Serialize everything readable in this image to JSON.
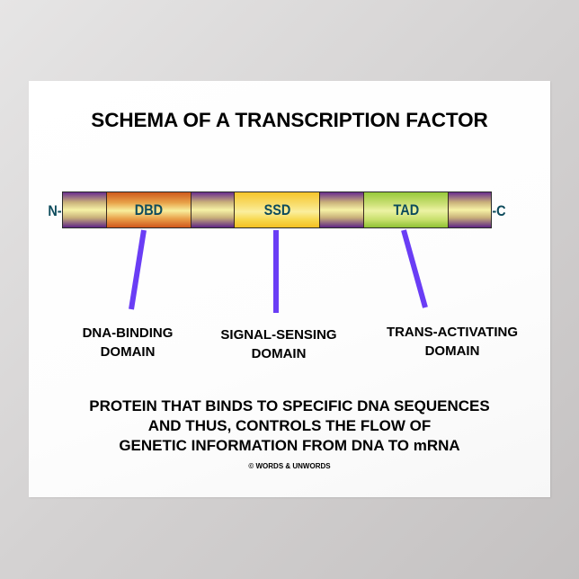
{
  "poster": {
    "title": "SCHEMA OF A TRANSCRIPTION FACTOR",
    "n_terminus": "N-",
    "c_terminus": "-C",
    "segments": [
      {
        "type": "linker",
        "label": ""
      },
      {
        "type": "domain",
        "label": "DBD",
        "color": "#e07a2f"
      },
      {
        "type": "linker",
        "label": ""
      },
      {
        "type": "domain",
        "label": "SSD",
        "color": "#f8d23a"
      },
      {
        "type": "linker",
        "label": ""
      },
      {
        "type": "domain",
        "label": "TAD",
        "color": "#b6d855"
      },
      {
        "type": "linker",
        "label": ""
      }
    ],
    "connector_color": "#6a3df5",
    "domains": [
      {
        "abbr": "DBD",
        "line1": "DNA-BINDING",
        "line2": "DOMAIN"
      },
      {
        "abbr": "SSD",
        "line1": "SIGNAL-SENSING",
        "line2": "DOMAIN"
      },
      {
        "abbr": "TAD",
        "line1": "TRANS-ACTIVATING",
        "line2": "DOMAIN"
      }
    ],
    "description": [
      "PROTEIN THAT BINDS TO SPECIFIC DNA SEQUENCES",
      "AND THUS, CONTROLS THE FLOW OF",
      "GENETIC INFORMATION FROM DNA TO mRNA"
    ],
    "copyright": "© WORDS & UNWORDS"
  }
}
